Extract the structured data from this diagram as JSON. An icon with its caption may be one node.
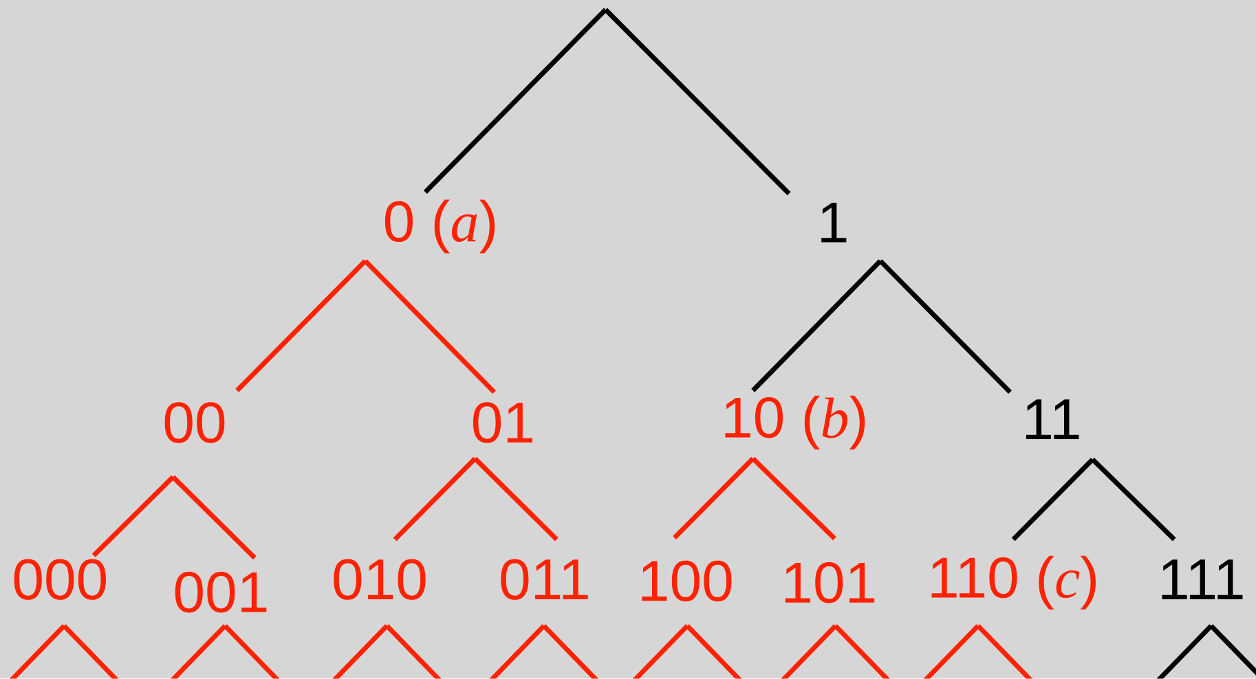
{
  "diagram": {
    "nodes": [
      {
        "text": [
          "0 (*a*)"
        ]
      },
      {
        "text": [
          "1"
        ]
      },
      {
        "text": [
          "00"
        ]
      },
      {
        "text": [
          "01"
        ]
      },
      {
        "text": [
          "10 (*b*)"
        ]
      },
      {
        "text": [
          "11"
        ]
      },
      {
        "text": [
          "000"
        ]
      },
      {
        "text": [
          "001"
        ]
      },
      {
        "text": [
          "010"
        ]
      },
      {
        "text": [
          "011"
        ]
      },
      {
        "text": [
          "100"
        ]
      },
      {
        "text": [
          "101"
        ]
      },
      {
        "text": [
          "110 (*c*)"
        ]
      },
      {
        "text": [
          "111"
        ]
      }
    ],
    "edges": [
      {
        "from": null,
        "to": 0,
        "arrow": "none",
        "color": "#000000"
      },
      {
        "from": null,
        "to": 1,
        "arrow": "none",
        "color": "#000000"
      },
      {
        "from": 0,
        "to": 2,
        "arrow": "none"
      },
      {
        "from": 0,
        "to": 3,
        "arrow": "none"
      },
      {
        "from": 1,
        "to": 4,
        "arrow": "none",
        "color": "#000000"
      },
      {
        "from": 1,
        "to": 5,
        "arrow": "none",
        "color": "#000000"
      },
      {
        "from": 2,
        "to": 6,
        "arrow": "none"
      },
      {
        "from": 2,
        "to": 7,
        "arrow": "none"
      },
      {
        "from": 3,
        "to": 8,
        "arrow": "none"
      },
      {
        "from": 3,
        "to": 9,
        "arrow": "none"
      },
      {
        "from": 4,
        "to": 10,
        "arrow": "none"
      },
      {
        "from": 4,
        "to": 11,
        "arrow": "none"
      },
      {
        "from": 5,
        "to": 12,
        "arrow": "none",
        "color": "#000000"
      },
      {
        "from": 5,
        "to": 13,
        "arrow": "none",
        "color": "#000000"
      },
      {
        "from": 6,
        "to": null,
        "arrow": "none"
      },
      {
        "from": 6,
        "to": null,
        "arrow": "none"
      },
      {
        "from": 7,
        "to": null,
        "arrow": "none"
      },
      {
        "from": 7,
        "to": null,
        "arrow": "none"
      },
      {
        "from": 8,
        "to": null,
        "arrow": "none"
      },
      {
        "from": 8,
        "to": null,
        "arrow": "none"
      },
      {
        "from": 9,
        "to": null,
        "arrow": "none"
      },
      {
        "from": 9,
        "to": null,
        "arrow": "none"
      },
      {
        "from": 10,
        "to": null,
        "arrow": "none"
      },
      {
        "from": 10,
        "to": null,
        "arrow": "none"
      },
      {
        "from": 11,
        "to": null,
        "arrow": "none"
      },
      {
        "from": 11,
        "to": null,
        "arrow": "none"
      },
      {
        "from": 12,
        "to": null,
        "arrow": "none"
      },
      {
        "from": 12,
        "to": null,
        "arrow": "none"
      },
      {
        "from": 13,
        "to": null,
        "arrow": "none",
        "color": "#000000"
      },
      {
        "from": 13,
        "to": null,
        "arrow": "none",
        "color": "#000000"
      }
    ]
  }
}
